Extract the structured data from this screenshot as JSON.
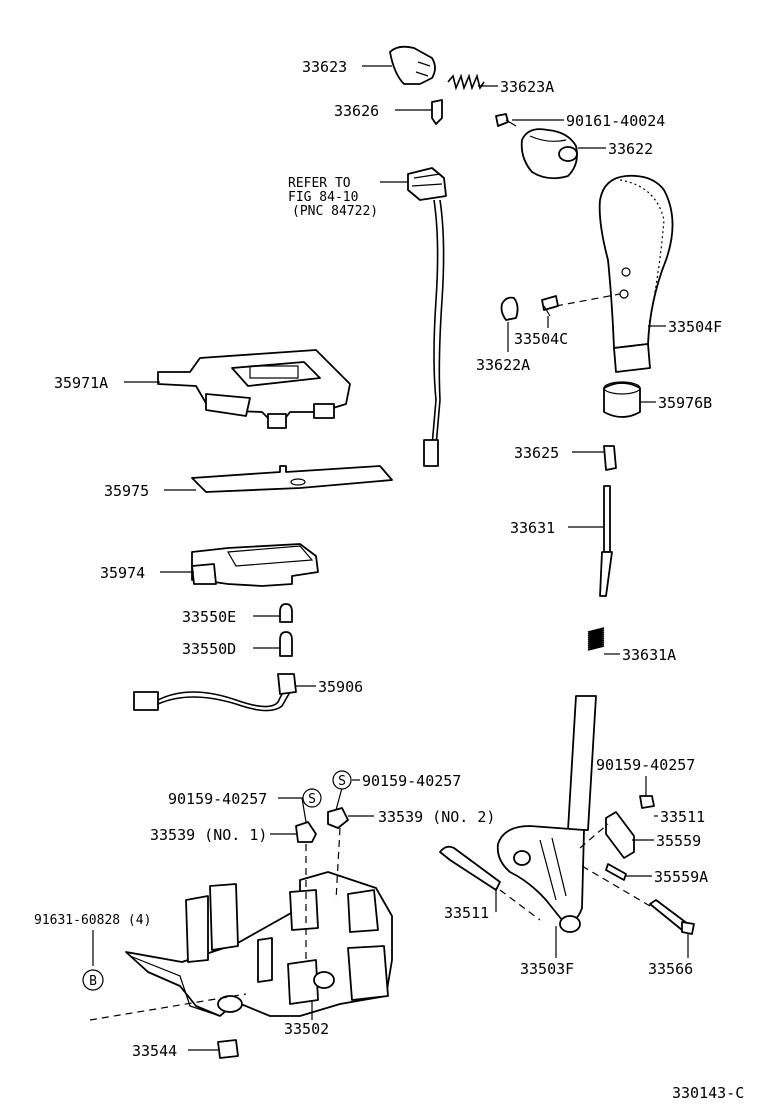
{
  "diagram": {
    "drawing_number": "330143-C",
    "labels": {
      "p33623": "33623",
      "p33623A": "33623A",
      "p33626": "33626",
      "p90161": "90161-40024",
      "p33622": "33622",
      "refer_line1": "REFER TO",
      "refer_line2": "FIG 84-10",
      "refer_line3": "(PNC 84722)",
      "p33504C": "33504C",
      "p33504F": "33504F",
      "p33622A": "33622A",
      "p35971A": "35971A",
      "p35976B": "35976B",
      "p33625": "33625",
      "p35975": "35975",
      "p33631": "33631",
      "p35974": "35974",
      "p33550E": "33550E",
      "p33550D": "33550D",
      "p33631A": "33631A",
      "p35906": "35906",
      "p90159_mid": "90159-40257",
      "p90159_left": "90159-40257",
      "p90159_right": "90159-40257",
      "symbol_s": "S",
      "p33539_no1": "33539 (NO. 1)",
      "p33539_no2": "33539 (NO. 2)",
      "p33511_upper": "33511",
      "p35559": "35559",
      "p35559A": "35559A",
      "p91631": "91631-60828 (4)",
      "symbol_b": "B",
      "p33511_lower": "33511",
      "p33503F": "33503F",
      "p33566": "33566",
      "p33544": "33544",
      "p33502": "33502"
    }
  }
}
